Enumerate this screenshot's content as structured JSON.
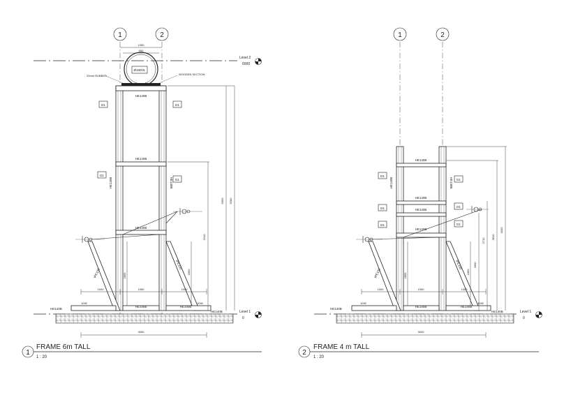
{
  "views": [
    {
      "number": "1",
      "title": "FRAME 6m TALL",
      "scale": "1 : 20",
      "grid_labels": [
        "1",
        "2"
      ],
      "levels": [
        {
          "name": "Level 2",
          "elev": "6000"
        },
        {
          "name": "Level 1",
          "elev": "0"
        }
      ],
      "member_labels": [
        "HE140B",
        "HE140B",
        "HE140B",
        "HE140B",
        "HE140B",
        "HE140B",
        "HE140B",
        "HE140B",
        "HE140B"
      ],
      "tags": [
        "D1",
        "D1",
        "D1",
        "D1"
      ],
      "notes": {
        "rubber": "20mm RUBBER",
        "wooden": "WOODEN SECTION",
        "pipe": "Ø180OL"
      },
      "dims": {
        "top_width": "1050",
        "inner_width": "900",
        "base_left": "1000",
        "base_mid": "1050",
        "base_right": "1000",
        "overall_base": "3050",
        "height_a": "5050",
        "height_b": "5280",
        "height_c": "1610",
        "brace_left": "2855",
        "brace_right": "1860",
        "small_l": "1090",
        "small_r": "1090"
      },
      "brace_labels": [
        "IPE100",
        "IPE100"
      ]
    },
    {
      "number": "2",
      "title": "FRAME 4 m TALL",
      "scale": "1 : 20",
      "grid_labels": [
        "1",
        "2"
      ],
      "levels": [
        {
          "name": "Level 1",
          "elev": "0"
        }
      ],
      "member_labels": [
        "HE140B",
        "HE140B",
        "HE140B",
        "HE140B",
        "HE140B",
        "HE140B",
        "HE140B",
        "HE140B",
        "HE140B",
        "HE140B"
      ],
      "tags": [
        "D1",
        "D1",
        "D1",
        "D1",
        "D1",
        "D1"
      ],
      "dims": {
        "base_left": "1000",
        "base_mid": "1050",
        "base_right": "1000",
        "overall_base": "3000",
        "height_a": "4000",
        "height_b": "3810",
        "height_c": "2710",
        "height_d": "2600",
        "brace_left": "2855",
        "brace_right": "1860",
        "small_l": "1090",
        "small_r": "1090"
      },
      "brace_labels": [
        "IPE100",
        "IPE100"
      ]
    }
  ]
}
